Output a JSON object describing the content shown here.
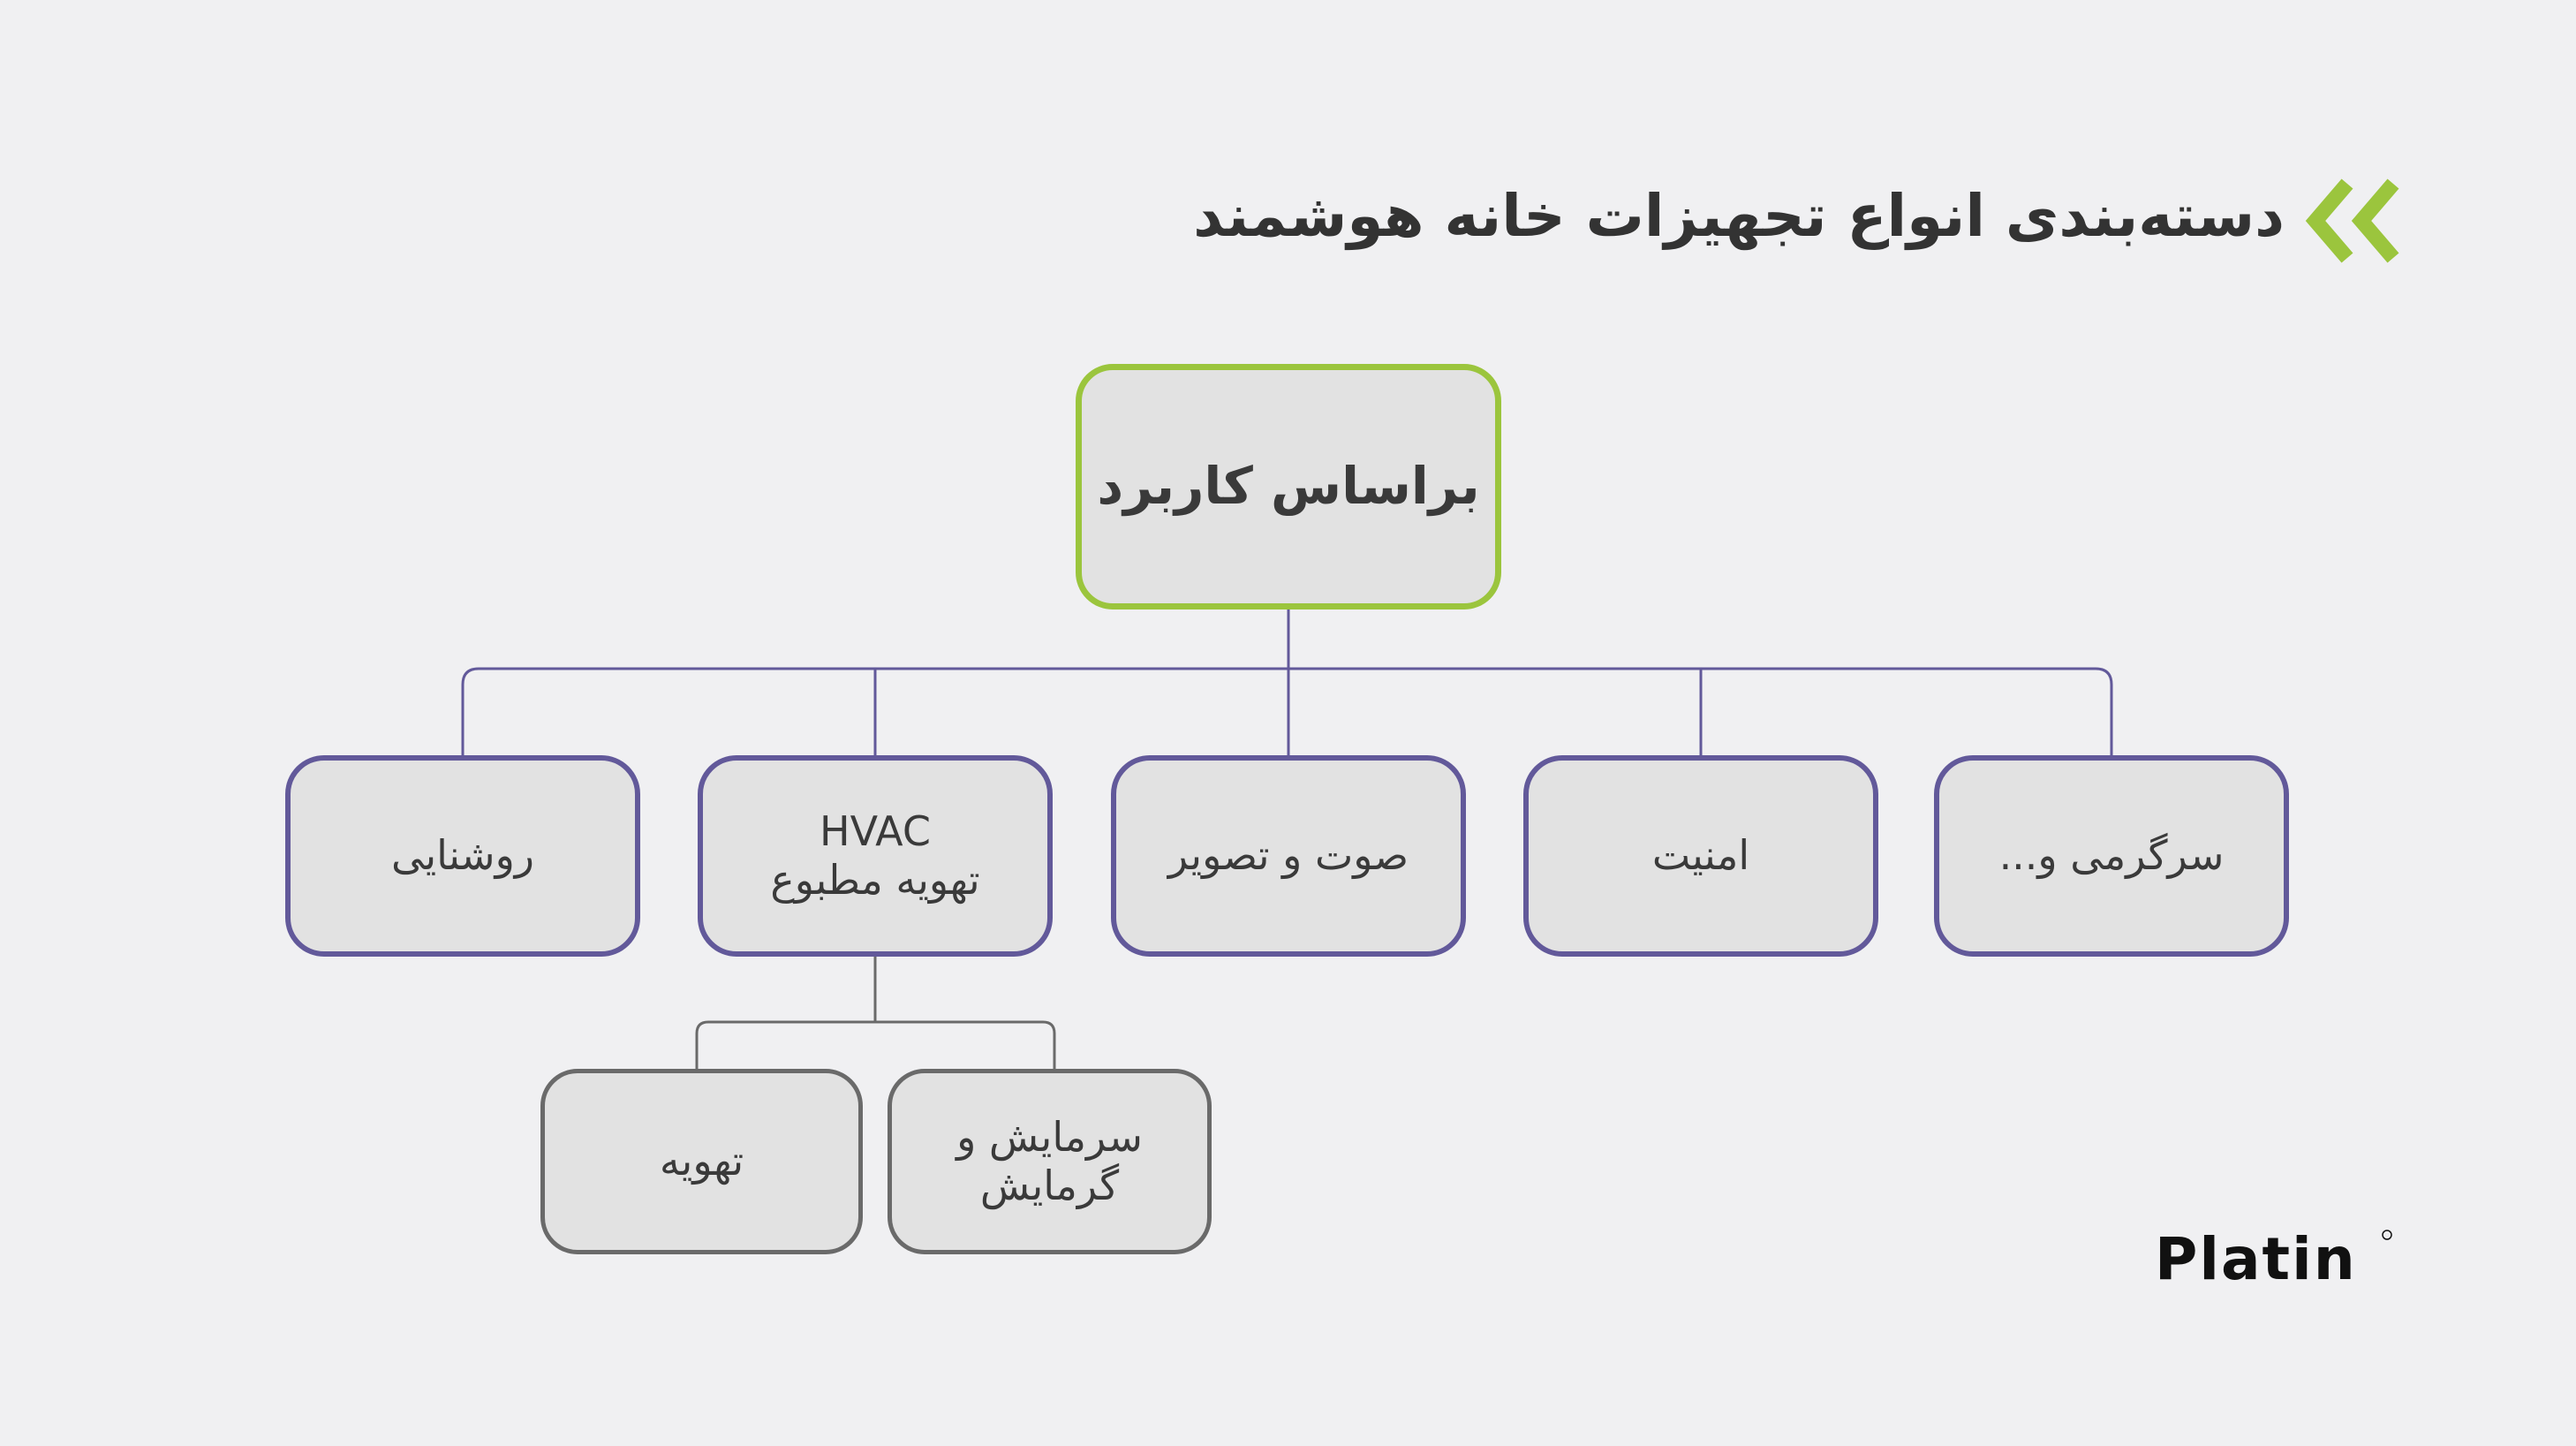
{
  "title": "دسته‌بندی انواع تجهیزات خانه هوشمند",
  "colors": {
    "background": "#f0f0f2",
    "accent": "#9bc53d",
    "category_border": "#62599a",
    "sub_border": "#6a6a6a",
    "node_fill": "#e2e2e2",
    "text": "#333333"
  },
  "root": {
    "label": "براساس کاربرد"
  },
  "categories": [
    {
      "label": "سرگرمی و..."
    },
    {
      "label": "امنیت"
    },
    {
      "label": "صوت و تصویر"
    },
    {
      "code": "HVAC",
      "label": "تهویه مطبوع"
    },
    {
      "label": "روشنایی"
    }
  ],
  "hvac_children": [
    {
      "line1": "سرمایش و",
      "line2": "گرمایش"
    },
    {
      "label": "تهویه"
    }
  ],
  "logo": {
    "text": "Platin",
    "icon": "platin-logo"
  },
  "icons": {
    "title_marker": "double-chevron-left-icon"
  }
}
